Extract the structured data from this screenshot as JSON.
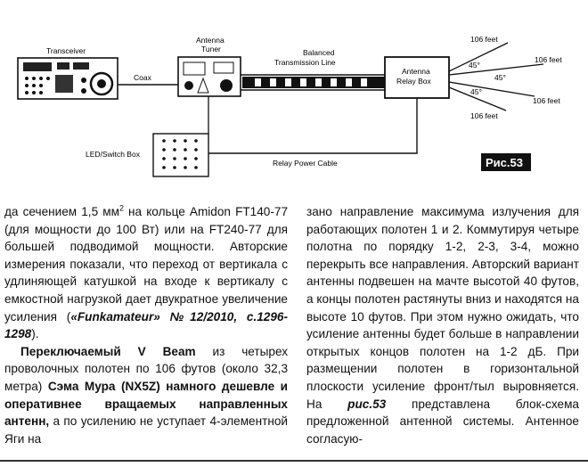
{
  "figure": {
    "transceiver": "Transceiver",
    "coax": "Coax",
    "tuner_line1": "Antenna",
    "tuner_line2": "Tuner",
    "balanced_line1": "Balanced",
    "balanced_line2": "Transmission Line",
    "relay_line1": "Antenna",
    "relay_line2": "Relay Box",
    "led_box": "LED/Switch Box",
    "relay_cable": "Relay Power Cable",
    "feet_1": "106 feet",
    "feet_2": "106 feet",
    "feet_3": "106 feet",
    "feet_4": "106 feet",
    "angle_1": "45°",
    "angle_2": "45°",
    "angle_3": "45°",
    "fig_label": "Рис.53"
  },
  "text": {
    "left": {
      "p1_a": "да сечением 1,5 мм",
      "p1_sup": "2",
      "p1_b": " на кольце Amidon FT140-77 (для мощности до 100 Вт) или на FT240-77 для большей подводимой мощности. Авторские измерения показали, что переход от вертикала с удлиняющей катушкой на входе к вертикалу с емкостной нагрузкой дает двукратное увеличение усиления (",
      "p1_ref": "«Funkamateur» №12/2010, с.1296-1298",
      "p1_c": ").",
      "p2_bold1": "Переключаемый V Beam",
      "p2_a": " из четырех проволочных полотен по 106 футов (около 32,3 метра) ",
      "p2_bold2": "Сэма Мура (NX5Z) намного дешевле и оперативнее вращаемых направленных антенн,",
      "p2_b": " а по усилению не уступает 4-элементной Яги на"
    },
    "right": {
      "p_a": "зано направление максимума излучения для работающих полотен 1 и 2. Коммутируя четыре полотна по порядку 1-2, 2-3, 3-4, можно перекрыть все направления. Авторский вариант антенны подвешен на мачте высотой 40 футов, а концы полотен растянуты вниз и находятся на высоте 10 футов. При этом нужно ожидать, что усиление антенны будет больше в направлении открытых концов полотен на 1-2 дБ. При размещении полотен в горизонтальной плоскости усиление фронт/тыл выровняется. На ",
      "p_ref": "рис.53",
      "p_b": " представлена блок-схема предложенной антенной системы. Антенное согласую-"
    }
  }
}
